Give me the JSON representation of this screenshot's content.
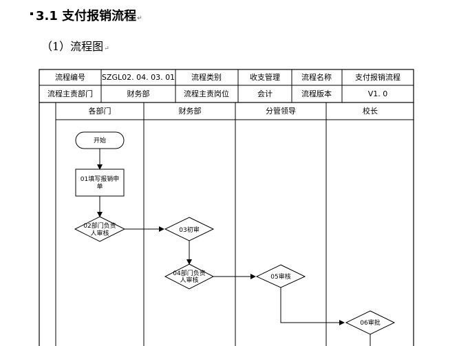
{
  "heading": {
    "number": "3.1",
    "title": "支付报销流程",
    "mark": "↵"
  },
  "subheading": {
    "text": "（1）流程图",
    "mark": "↵"
  },
  "info_table": {
    "row1": [
      {
        "label": "流程编号",
        "value": "SZGL02. 04. 03. 01"
      },
      {
        "label": "流程类别",
        "value": "收支管理"
      },
      {
        "label": "流程名称",
        "value": "支付报销流程"
      }
    ],
    "row2": [
      {
        "label": "流程主责部门",
        "value": "财务部"
      },
      {
        "label": "流程主责岗位",
        "value": "会计"
      },
      {
        "label": "流程版本",
        "value": "V1. 0"
      }
    ]
  },
  "lanes": [
    "各部门",
    "财务部",
    "分管领导",
    "校长"
  ],
  "nodes": {
    "start": "开始",
    "n01": [
      "01填写报销申",
      "单"
    ],
    "n02": [
      "02部门负责",
      "人审核"
    ],
    "n03": [
      "03初审"
    ],
    "n04": [
      "04部门负责",
      "人审核"
    ],
    "n05": [
      "05审核"
    ],
    "n06": [
      "06审批"
    ]
  }
}
